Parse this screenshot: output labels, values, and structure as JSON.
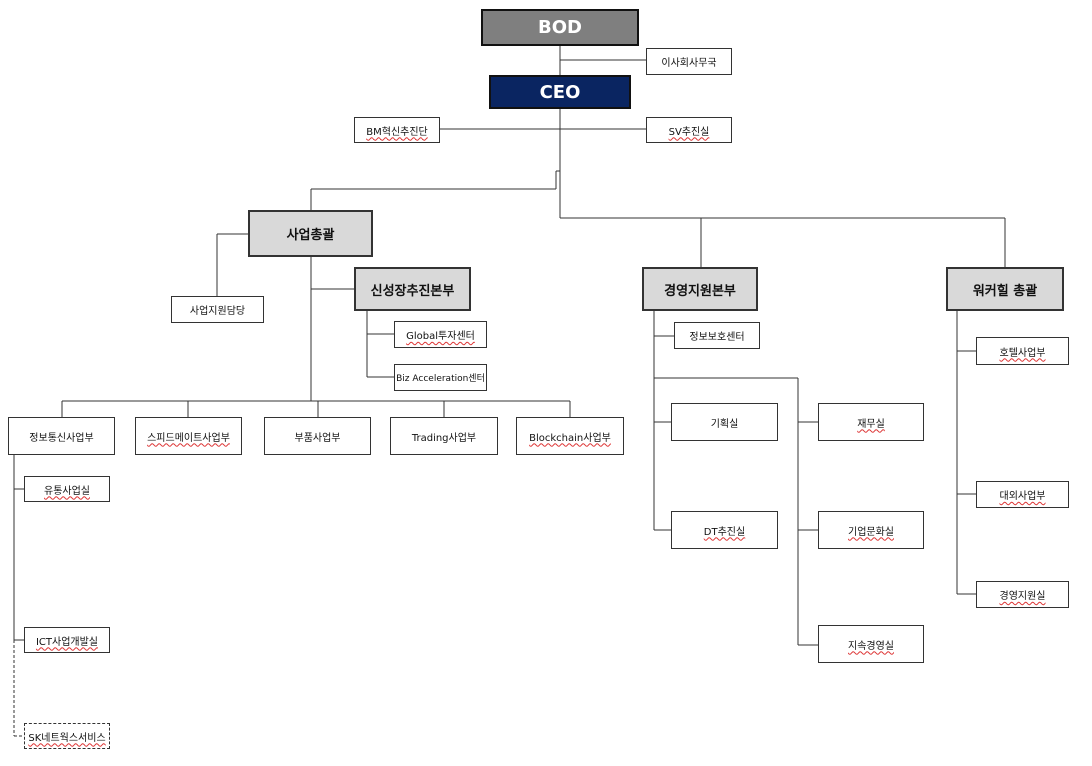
{
  "chart": {
    "bod": "BOD",
    "board_secretariat": "이사회사무국",
    "ceo": "CEO",
    "bm_innovation": "BM혁신추진단",
    "sv_office": "SV추진실",
    "business_head": "사업총괄",
    "business_support": "사업지원담당",
    "new_growth": "신성장추진본부",
    "global_invest": "Global투자센터",
    "biz_accel": "Biz Acceleration센터",
    "telecom": "정보통신사업부",
    "speedmate": "스피드메이트사업부",
    "parts": "부품사업부",
    "trading": "Trading사업부",
    "blockchain": "Blockchain사업부",
    "distribution": "유통사업실",
    "ict_dev": "ICT사업개발실",
    "sk_network_service": "SK네트웍스서비스",
    "mgmt_support_hq": "경영지원본부",
    "info_protection": "정보보호센터",
    "planning": "기획실",
    "dt_office": "DT추진실",
    "finance": "재무실",
    "corp_culture": "기업문화실",
    "sustainability": "지속경영실",
    "walkerhill_head": "워커힐 총괄",
    "hotel": "호텔사업부",
    "external": "대외사업부",
    "wh_mgmt_support": "경영지원실"
  }
}
